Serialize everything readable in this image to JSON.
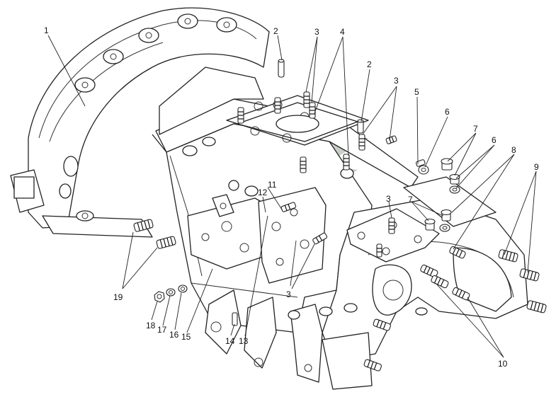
{
  "diagram": {
    "callouts": [
      {
        "id": "c1",
        "label": "1"
      },
      {
        "id": "c2a",
        "label": "2"
      },
      {
        "id": "c2b",
        "label": "2"
      },
      {
        "id": "c3a",
        "label": "3"
      },
      {
        "id": "c3b",
        "label": "3"
      },
      {
        "id": "c3c",
        "label": "3"
      },
      {
        "id": "c3d",
        "label": "3"
      },
      {
        "id": "c4",
        "label": "4"
      },
      {
        "id": "c5",
        "label": "5"
      },
      {
        "id": "c6a",
        "label": "6"
      },
      {
        "id": "c6b",
        "label": "6"
      },
      {
        "id": "c7a",
        "label": "7"
      },
      {
        "id": "c7b",
        "label": "7"
      },
      {
        "id": "c8",
        "label": "8"
      },
      {
        "id": "c9",
        "label": "9"
      },
      {
        "id": "c10",
        "label": "10"
      },
      {
        "id": "c11",
        "label": "11"
      },
      {
        "id": "c12",
        "label": "12"
      },
      {
        "id": "c13",
        "label": "13"
      },
      {
        "id": "c14",
        "label": "14"
      },
      {
        "id": "c15",
        "label": "15"
      },
      {
        "id": "c16",
        "label": "16"
      },
      {
        "id": "c17",
        "label": "17"
      },
      {
        "id": "c18",
        "label": "18"
      },
      {
        "id": "c19",
        "label": "19"
      }
    ],
    "colors": {
      "line": "#222222",
      "watermark": "#bdbdbd",
      "background": "#ffffff"
    }
  }
}
